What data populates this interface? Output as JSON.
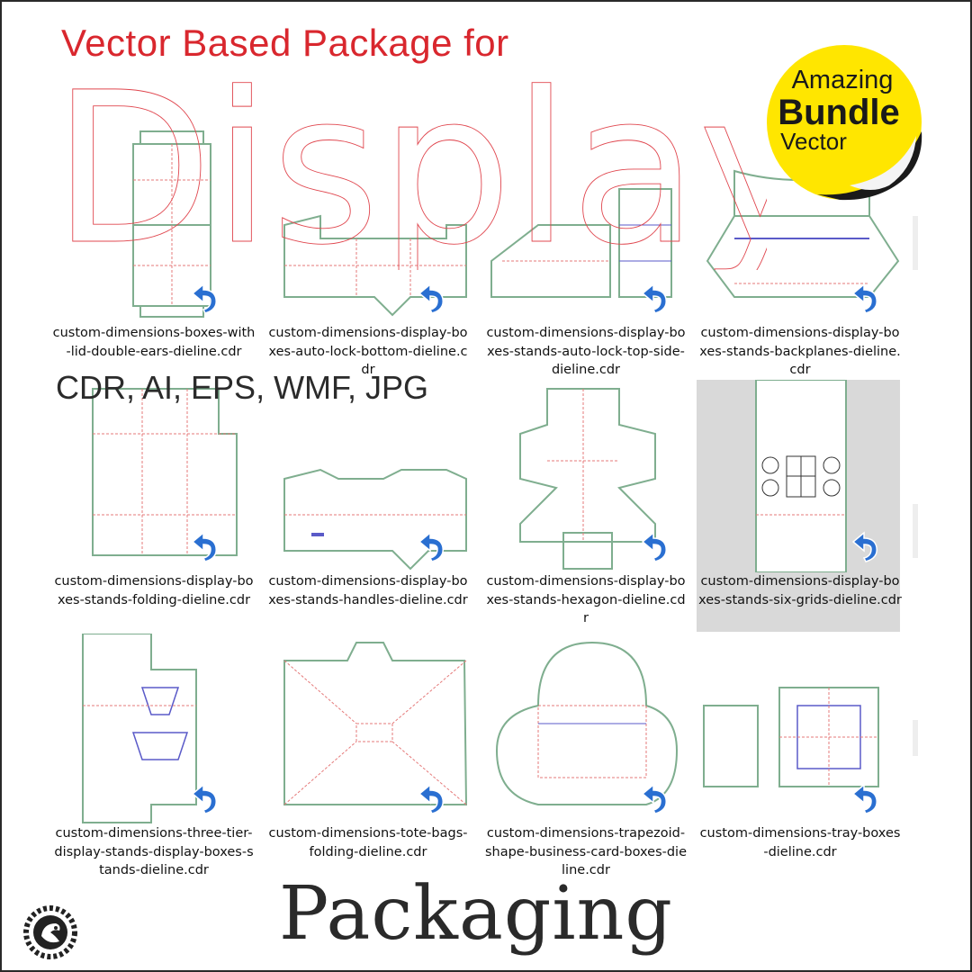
{
  "promo": {
    "headline": "Vector Based Package for",
    "display_word": "Display",
    "formats": "CDR, AI, EPS, WMF, JPG",
    "packaging_word": "Packaging",
    "badge": {
      "line1": "Amazing",
      "line2": "Bundle",
      "line3": "Vector",
      "color": "#ffe600"
    }
  },
  "colors": {
    "dieline_green": "#7fae8f",
    "dieline_red": "#e57a7a",
    "dieline_blue": "#5a5ac8",
    "arrow_blue": "#2a6fd1",
    "selection": "#d9d9d9"
  },
  "files": [
    {
      "name": "custom-dimensions-boxes-with-lid-double-ears-dieline.cdr",
      "icon": "shortcut-arrow-icon"
    },
    {
      "name": "custom-dimensions-display-boxes-auto-lock-bottom-dieline.cdr",
      "icon": "shortcut-arrow-icon"
    },
    {
      "name": "custom-dimensions-display-boxes-stands-auto-lock-top-side-dieline.cdr",
      "icon": "shortcut-arrow-icon"
    },
    {
      "name": "custom-dimensions-display-boxes-stands-backplanes-dieline.cdr",
      "icon": "shortcut-arrow-icon"
    },
    {
      "name": "custom-dimensions-display-boxes-stands-folding-dieline.cdr",
      "icon": "shortcut-arrow-icon"
    },
    {
      "name": "custom-dimensions-display-boxes-stands-handles-dieline.cdr",
      "icon": "shortcut-arrow-icon"
    },
    {
      "name": "custom-dimensions-display-boxes-stands-hexagon-dieline.cdr",
      "icon": "shortcut-arrow-icon"
    },
    {
      "name": "custom-dimensions-display-boxes-stands-six-grids-dieline.cdr",
      "icon": "shortcut-arrow-icon",
      "selected": true
    },
    {
      "name": "custom-dimensions-three-tier-display-stands-display-boxes-stands-dieline.cdr",
      "icon": "shortcut-arrow-icon"
    },
    {
      "name": "custom-dimensions-tote-bags-folding-dieline.cdr",
      "icon": "shortcut-arrow-icon"
    },
    {
      "name": "custom-dimensions-trapezoid-shape-business-card-boxes-dieline.cdr",
      "icon": "shortcut-arrow-icon"
    },
    {
      "name": "custom-dimensions-tray-boxes-dieline.cdr",
      "icon": "shortcut-arrow-icon"
    }
  ]
}
